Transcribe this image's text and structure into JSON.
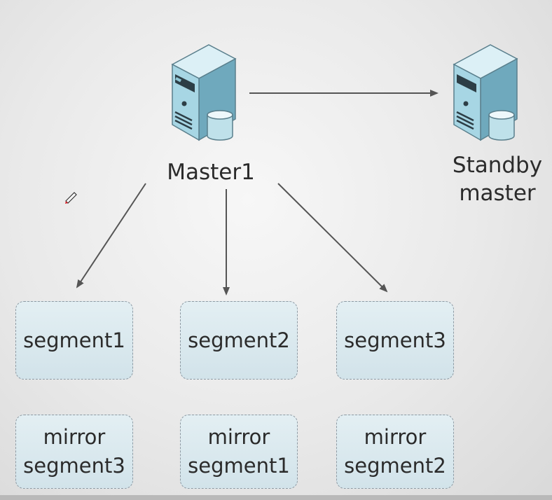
{
  "nodes": {
    "master": {
      "label": "Master1",
      "icon": "server-database-icon"
    },
    "standby": {
      "label": "Standby\nmaster",
      "icon": "server-database-icon"
    }
  },
  "segments": [
    {
      "label": "segment1"
    },
    {
      "label": "segment2"
    },
    {
      "label": "segment3"
    }
  ],
  "mirrors": [
    {
      "label": "mirror\nsegment3"
    },
    {
      "label": "mirror\nsegment1"
    },
    {
      "label": "mirror\nsegment2"
    }
  ],
  "colors": {
    "box_fill": "#d8e8ee",
    "box_border": "#8e9aa3",
    "arrow": "#555555",
    "server_body": "#9ed0de"
  },
  "cursor_icon": "pen-cursor-icon"
}
